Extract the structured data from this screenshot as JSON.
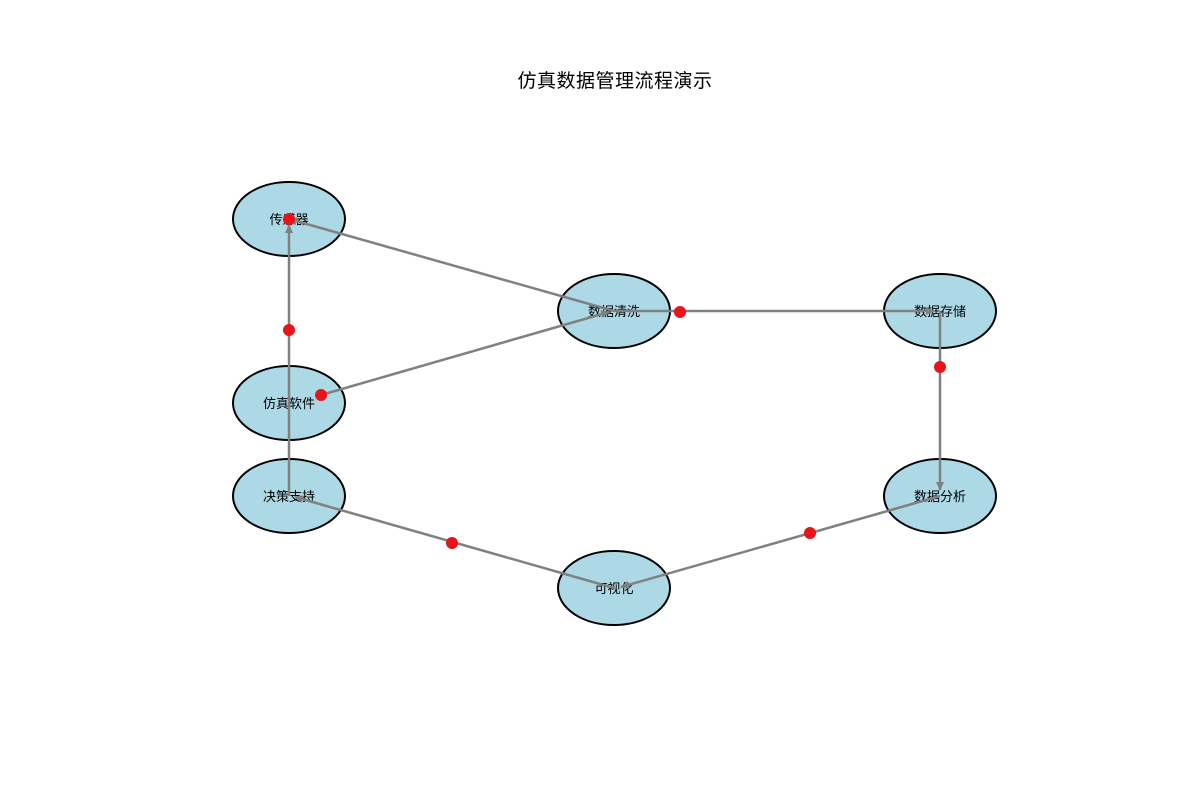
{
  "title": "仿真数据管理流程演示",
  "colors": {
    "node_fill": "#add8e6",
    "node_stroke": "#000000",
    "edge": "#808080",
    "marker": "#e8141b"
  },
  "nodes": [
    {
      "id": "sensor",
      "label": "传感器"
    },
    {
      "id": "simsoft",
      "label": "仿真软件"
    },
    {
      "id": "clean",
      "label": "数据清洗"
    },
    {
      "id": "store",
      "label": "数据存储"
    },
    {
      "id": "analyze",
      "label": "数据分析"
    },
    {
      "id": "visual",
      "label": "可视化"
    },
    {
      "id": "decide",
      "label": "决策支持"
    }
  ],
  "edges": [
    {
      "from": "clean",
      "to": "sensor"
    },
    {
      "from": "simsoft",
      "to": "clean"
    },
    {
      "from": "clean",
      "to": "store"
    },
    {
      "from": "store",
      "to": "analyze"
    },
    {
      "from": "analyze",
      "to": "visual"
    },
    {
      "from": "visual",
      "to": "decide"
    },
    {
      "from": "decide",
      "to": "sensor"
    }
  ]
}
